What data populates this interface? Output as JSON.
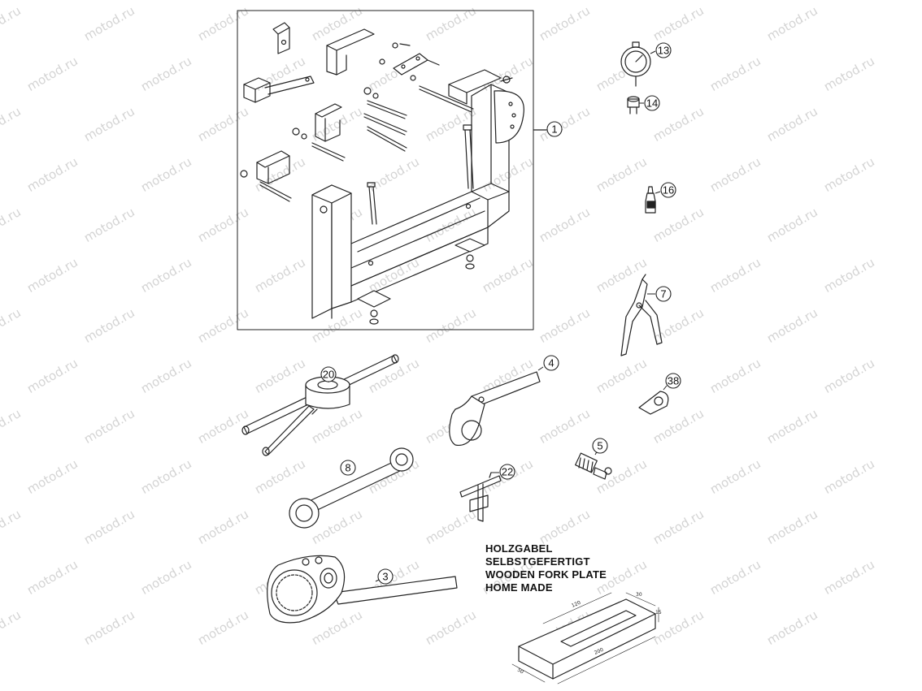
{
  "watermark": "motod.ru",
  "callouts": [
    {
      "id": "callout-1",
      "label": "1"
    },
    {
      "id": "callout-13",
      "label": "13"
    },
    {
      "id": "callout-14",
      "label": "14"
    },
    {
      "id": "callout-16",
      "label": "16"
    },
    {
      "id": "callout-7",
      "label": "7"
    },
    {
      "id": "callout-20",
      "label": "20"
    },
    {
      "id": "callout-4",
      "label": "4"
    },
    {
      "id": "callout-38",
      "label": "38"
    },
    {
      "id": "callout-5",
      "label": "5"
    },
    {
      "id": "callout-8",
      "label": "8"
    },
    {
      "id": "callout-22",
      "label": "22"
    },
    {
      "id": "callout-3",
      "label": "3"
    }
  ],
  "note": {
    "line1": "HOLZGABEL",
    "line2": "SELBSTGEFERTIGT",
    "line3": "WOODEN FORK PLATE",
    "line4": "HOME MADE"
  },
  "dimensions": {
    "d120": "120",
    "d30": "30",
    "d15": "15",
    "d200": "200",
    "d50": "50"
  },
  "colors": {
    "line": "#222222",
    "watermark": "#d4d4d4",
    "background": "#ffffff"
  }
}
